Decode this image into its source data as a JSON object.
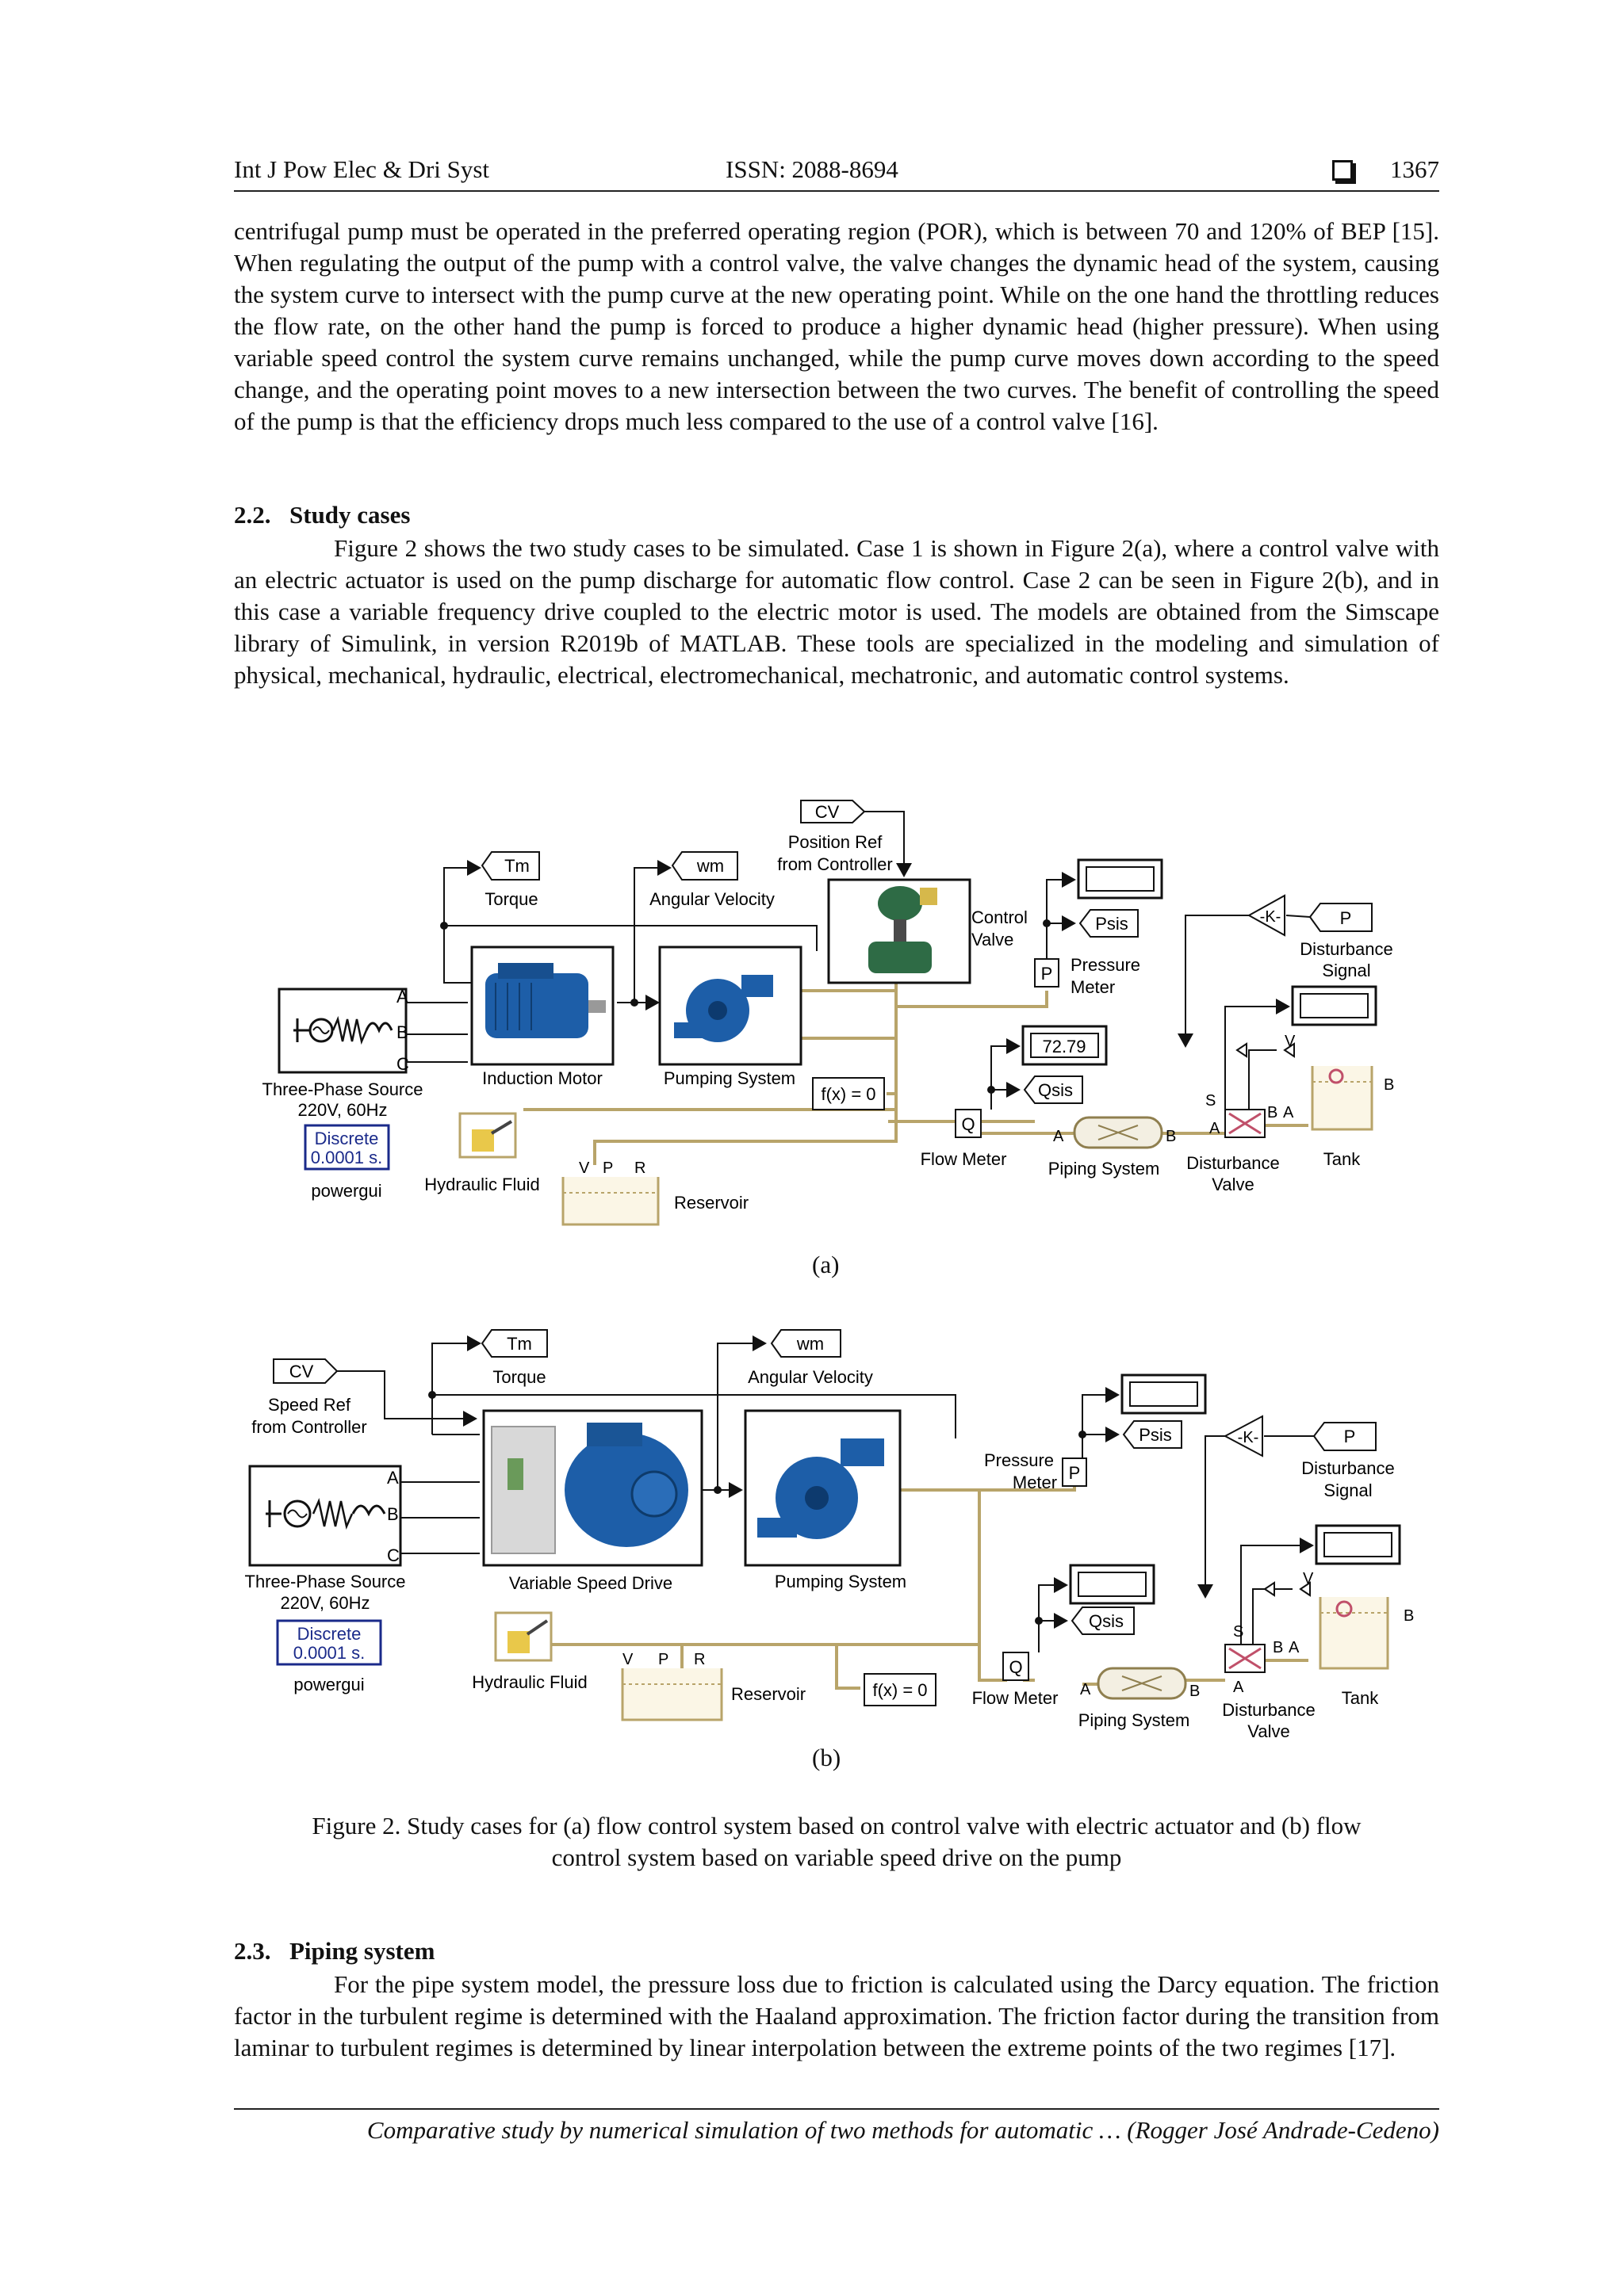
{
  "header": {
    "journal": "Int J Pow Elec & Dri Syst",
    "issn": "ISSN: 2088-8694",
    "page_number": "1367"
  },
  "body": {
    "paragraph1": "centrifugal pump must be operated in the preferred operating region (POR), which is between 70 and 120% of BEP [15]. When regulating the output of the pump with a control valve, the valve changes the dynamic head of the system, causing the system curve to intersect with the pump curve at the new operating point. While on the one hand the throttling reduces the flow rate, on the other hand the pump is forced to produce a higher dynamic head (higher pressure). When using variable speed control the system curve remains unchanged, while the pump curve moves down according to the speed change, and the operating point moves to a new intersection between the two curves. The benefit of controlling the speed of the pump is that the efficiency drops much less compared to the use of a control valve [16].",
    "section_22_number": "2.2.",
    "section_22_title": "Study cases",
    "paragraph2": "Figure 2 shows the two study cases to be simulated. Case 1 is shown in Figure 2(a), where a control valve with an electric actuator is used on the pump discharge for automatic flow control. Case 2 can be seen in Figure 2(b), and in this case a variable frequency drive coupled to the electric motor is used. The models are obtained from the Simscape library of Simulink, in version R2019b of MATLAB. These tools are specialized in the modeling and simulation of physical, mechanical, hydraulic, electrical, electromechanical, mechatronic, and automatic control systems.",
    "section_23_number": "2.3.",
    "section_23_title": "Piping system",
    "paragraph3": "For the pipe system model, the pressure loss due to friction is calculated using the Darcy equation. The friction factor in the turbulent regime is determined with the Haaland approximation. The friction factor during the transition from laminar to turbulent regimes is determined by linear interpolation between the extreme points of the two regimes [17]."
  },
  "figure_a": {
    "sublabel": "(a)",
    "cv_tag": "CV",
    "position_ref": "Position Ref",
    "from_controller": "from Controller",
    "tm_tag": "Tm",
    "torque": "Torque",
    "wm_tag": "wm",
    "angular_velocity": "Angular Velocity",
    "control": "Control",
    "valve": "Valve",
    "psis_tag": "Psis",
    "pressure": "Pressure",
    "meter": "Meter",
    "p_port": "P",
    "gain": "-K-",
    "p_tag": "P",
    "disturbance": "Disturbance",
    "signal": "Signal",
    "port_a": "A",
    "port_b": "B",
    "port_c": "C",
    "three_phase_source": "Three-Phase Source",
    "voltage_freq": "220V, 60Hz",
    "induction_motor": "Induction Motor",
    "pumping_system": "Pumping System",
    "fx": "f(x) = 0",
    "display_value": "72.79",
    "qsis_tag": "Qsis",
    "q_port": "Q",
    "flow_meter": "Flow Meter",
    "piping_system": "Piping System",
    "disturbance_valve_1": "Disturbance",
    "disturbance_valve_2": "Valve",
    "tank": "Tank",
    "discrete": "Discrete",
    "sample_time": "0.0001 s.",
    "powergui": "powergui",
    "hydraulic_fluid": "Hydraulic Fluid",
    "reservoir": "Reservoir",
    "port_v": "V",
    "port_p": "P",
    "port_r": "R",
    "port_s": "S"
  },
  "figure_b": {
    "sublabel": "(b)",
    "tm_tag": "Tm",
    "torque": "Torque",
    "wm_tag": "wm",
    "angular_velocity": "Angular Velocity",
    "cv_tag": "CV",
    "speed_ref": "Speed Ref",
    "from_controller": "from Controller",
    "port_a": "A",
    "port_b": "B",
    "port_c": "C",
    "three_phase_source": "Three-Phase Source",
    "voltage_freq": "220V, 60Hz",
    "variable_speed_drive": "Variable Speed Drive",
    "pumping_system": "Pumping System",
    "pressure": "Pressure",
    "meter": "Meter",
    "p_port": "P",
    "psis_tag": "Psis",
    "gain": "-K-",
    "p_tag": "P",
    "disturbance": "Disturbance",
    "signal": "Signal",
    "qsis_tag": "Qsis",
    "q_port": "Q",
    "flow_meter": "Flow Meter",
    "piping_system": "Piping System",
    "disturbance_valve_1": "Disturbance",
    "disturbance_valve_2": "Valve",
    "tank": "Tank",
    "discrete": "Discrete",
    "sample_time": "0.0001 s.",
    "powergui": "powergui",
    "hydraulic_fluid": "Hydraulic Fluid",
    "reservoir": "Reservoir",
    "fx": "f(x) = 0",
    "port_v": "V",
    "port_p": "P",
    "port_r": "R",
    "port_s": "S"
  },
  "caption": {
    "line1": "Figure 2. Study cases for (a) flow control system based on control valve with electric actuator and (b) flow",
    "line2": "control system based on variable speed drive on the pump"
  },
  "footer": {
    "text": "Comparative study by numerical simulation of two methods for automatic … (Rogger José Andrade-Cedeno)"
  },
  "colors": {
    "pipe": "#b8a46a",
    "motor_blue": "#1d5ea8",
    "valve_green": "#2e6b45",
    "drive_gray": "#d8d8d8",
    "powergui_blue": "#1a2a8a"
  }
}
